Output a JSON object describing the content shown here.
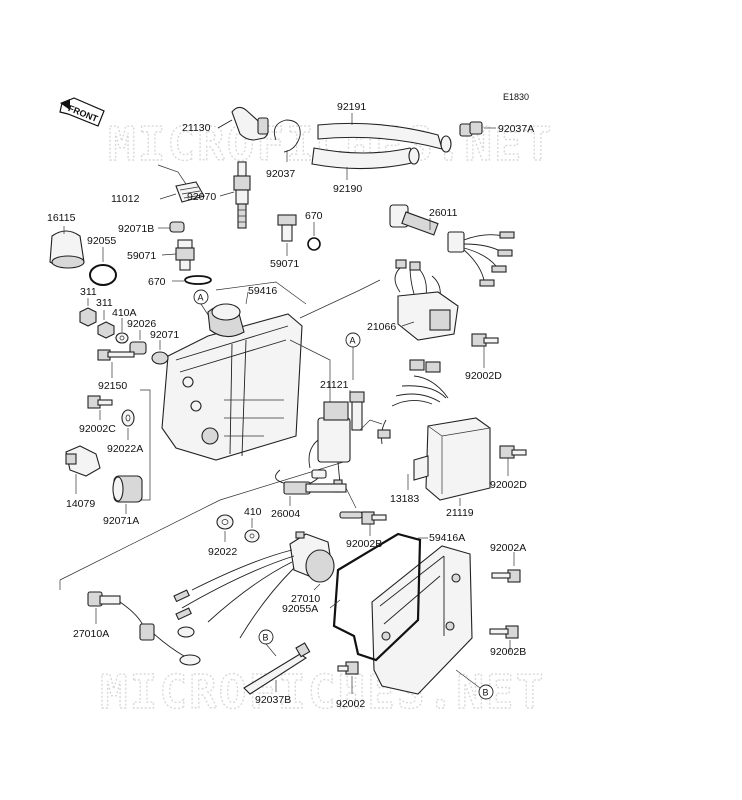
{
  "diagram": {
    "code": "E1830",
    "front_label": "FRONT",
    "watermark": "MICROFICHES.NET",
    "ref_markers": {
      "a": "A",
      "b": "B"
    },
    "part_labels": {
      "p21130": "21130",
      "p92191": "92191",
      "p92037A": "92037A",
      "p92037": "92037",
      "p92190": "92190",
      "p11012": "11012",
      "p92070": "92070",
      "p16115": "16115",
      "p92071B": "92071B",
      "p670a": "670",
      "p26011": "26011",
      "p92055": "92055",
      "p59071a": "59071",
      "p59071b": "59071",
      "p670b": "670",
      "p311a": "311",
      "p59416": "59416",
      "p311b": "311",
      "p410A": "410A",
      "p92026": "92026",
      "p92071": "92071",
      "p21066": "21066",
      "p92150": "92150",
      "p21121": "21121",
      "p92002D_a": "92002D",
      "p92002C": "92002C",
      "p92022A": "92022A",
      "p14079": "14079",
      "p92071A": "92071A",
      "p13183": "13183",
      "p21119": "21119",
      "p92002D_b": "92002D",
      "p26004": "26004",
      "p410": "410",
      "p92002B_a": "92002B",
      "p59416A": "59416A",
      "p92002A": "92002A",
      "p92022": "92022",
      "p27010": "27010",
      "p92055A": "92055A",
      "p27010A": "27010A",
      "p92002B_b": "92002B",
      "p92037B": "92037B",
      "p92002": "92002"
    }
  }
}
